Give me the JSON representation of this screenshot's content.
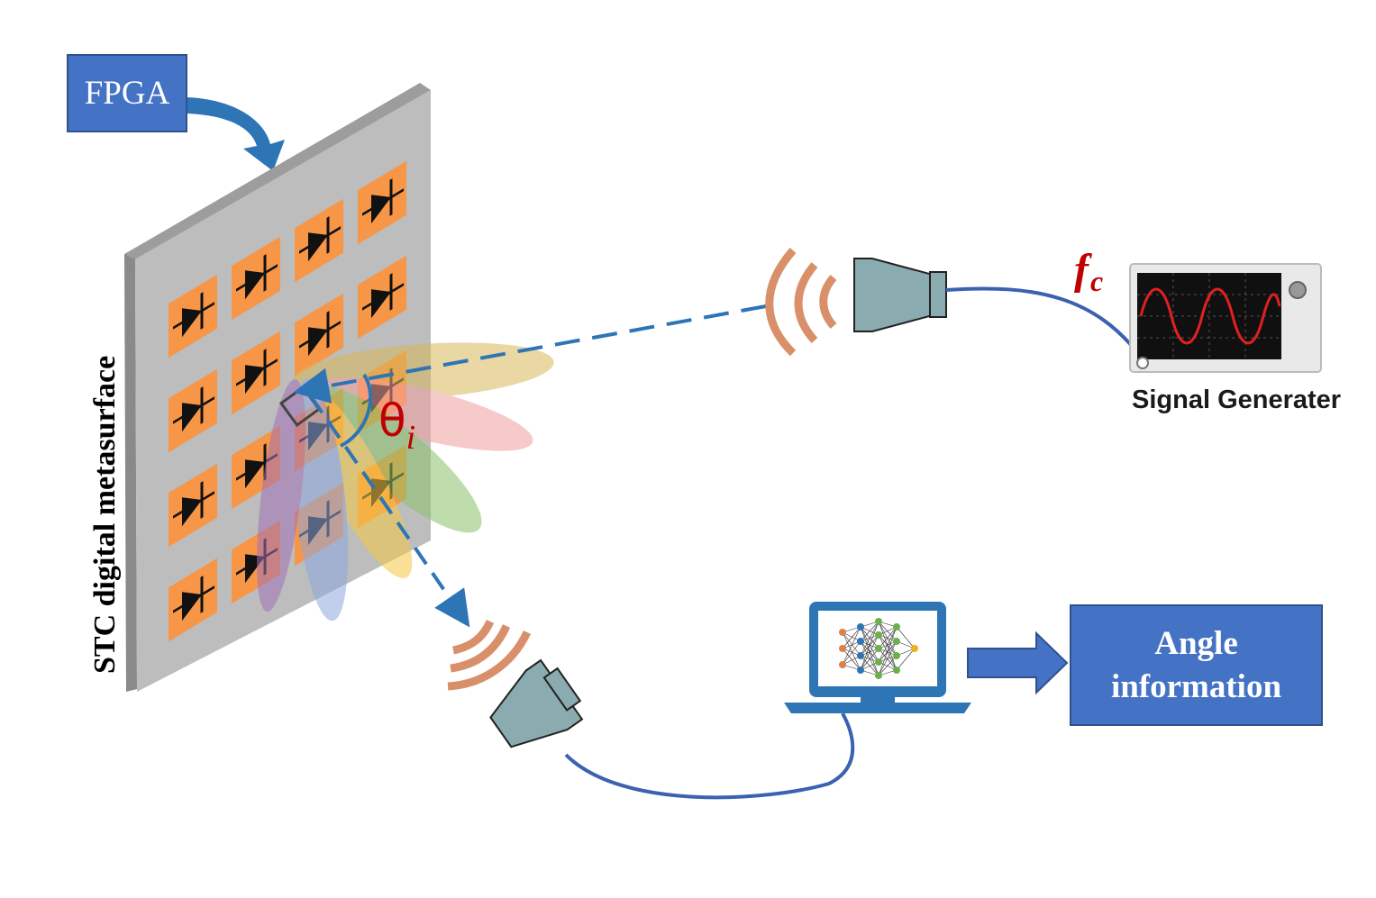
{
  "fpga": {
    "label": "FPGA"
  },
  "metasurface": {
    "label": "STC digital metasurface"
  },
  "signal_generator": {
    "label": "Signal Generater"
  },
  "carrier": {
    "symbol": "f",
    "subscript": "c"
  },
  "incidence_angle": {
    "symbol": "θ",
    "subscript": "i"
  },
  "output": {
    "line1": "Angle",
    "line2": "information"
  },
  "colors": {
    "box_blue": "#4472c4",
    "element_orange": "#f79646",
    "horn_teal": "#8aabb0",
    "wave_orange": "#d9906a",
    "arrow_blue": "#2e75b6",
    "label_red": "#c00000"
  },
  "icons": [
    "diode-icon",
    "horn-antenna-icon",
    "signal-generator-icon",
    "laptop-icon",
    "neural-network-icon",
    "right-arrow-icon"
  ]
}
